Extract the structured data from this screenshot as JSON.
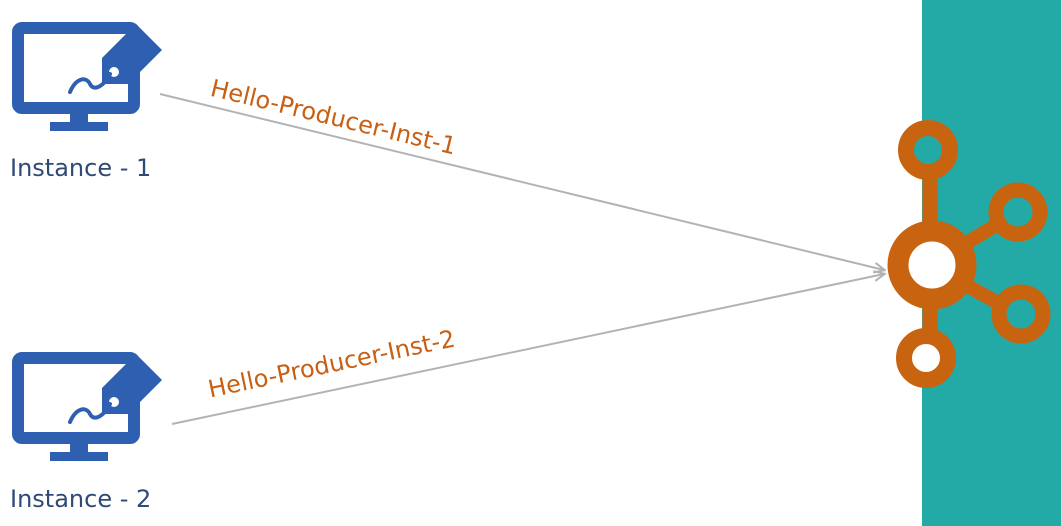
{
  "instances": [
    {
      "label": "Instance - 1",
      "message": "Hello-Producer-Inst-1"
    },
    {
      "label": "Instance - 2",
      "message": "Hello-Producer-Inst-2"
    }
  ],
  "icons": {
    "computer": "computer-with-tag-icon",
    "broker": "kafka-logo-icon"
  },
  "colors": {
    "icon_blue": "#2f5fb0",
    "label_blue": "#2f4a77",
    "message_orange": "#c85f12",
    "logo_orange": "#c86410",
    "panel_teal": "#23a9a6",
    "arrow_gray": "#b3b3b3"
  }
}
